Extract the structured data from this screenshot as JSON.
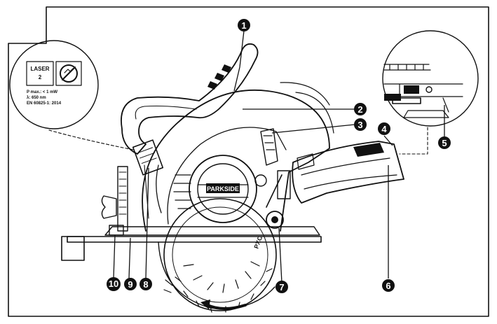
{
  "diagram": {
    "brand_logo_text": "PARKSIDE",
    "blade_marking": "PXC",
    "laser_label": {
      "class_line_1": "LASER",
      "class_line_2": "2",
      "power": "P max.: < 1 mW",
      "wavelength": "λ: 650 nm",
      "standard": "EN 60825-1: 2014"
    },
    "callouts": [
      {
        "id": "c1",
        "label": "1"
      },
      {
        "id": "c2",
        "label": "2"
      },
      {
        "id": "c3",
        "label": "3"
      },
      {
        "id": "c4",
        "label": "4"
      },
      {
        "id": "c5",
        "label": "5"
      },
      {
        "id": "c6",
        "label": "6"
      },
      {
        "id": "c7",
        "label": "7"
      },
      {
        "id": "c8",
        "label": "8"
      },
      {
        "id": "c9",
        "label": "9"
      },
      {
        "id": "c10",
        "label": "10"
      }
    ],
    "colors": {
      "ink": "#111111",
      "background": "#ffffff"
    }
  }
}
